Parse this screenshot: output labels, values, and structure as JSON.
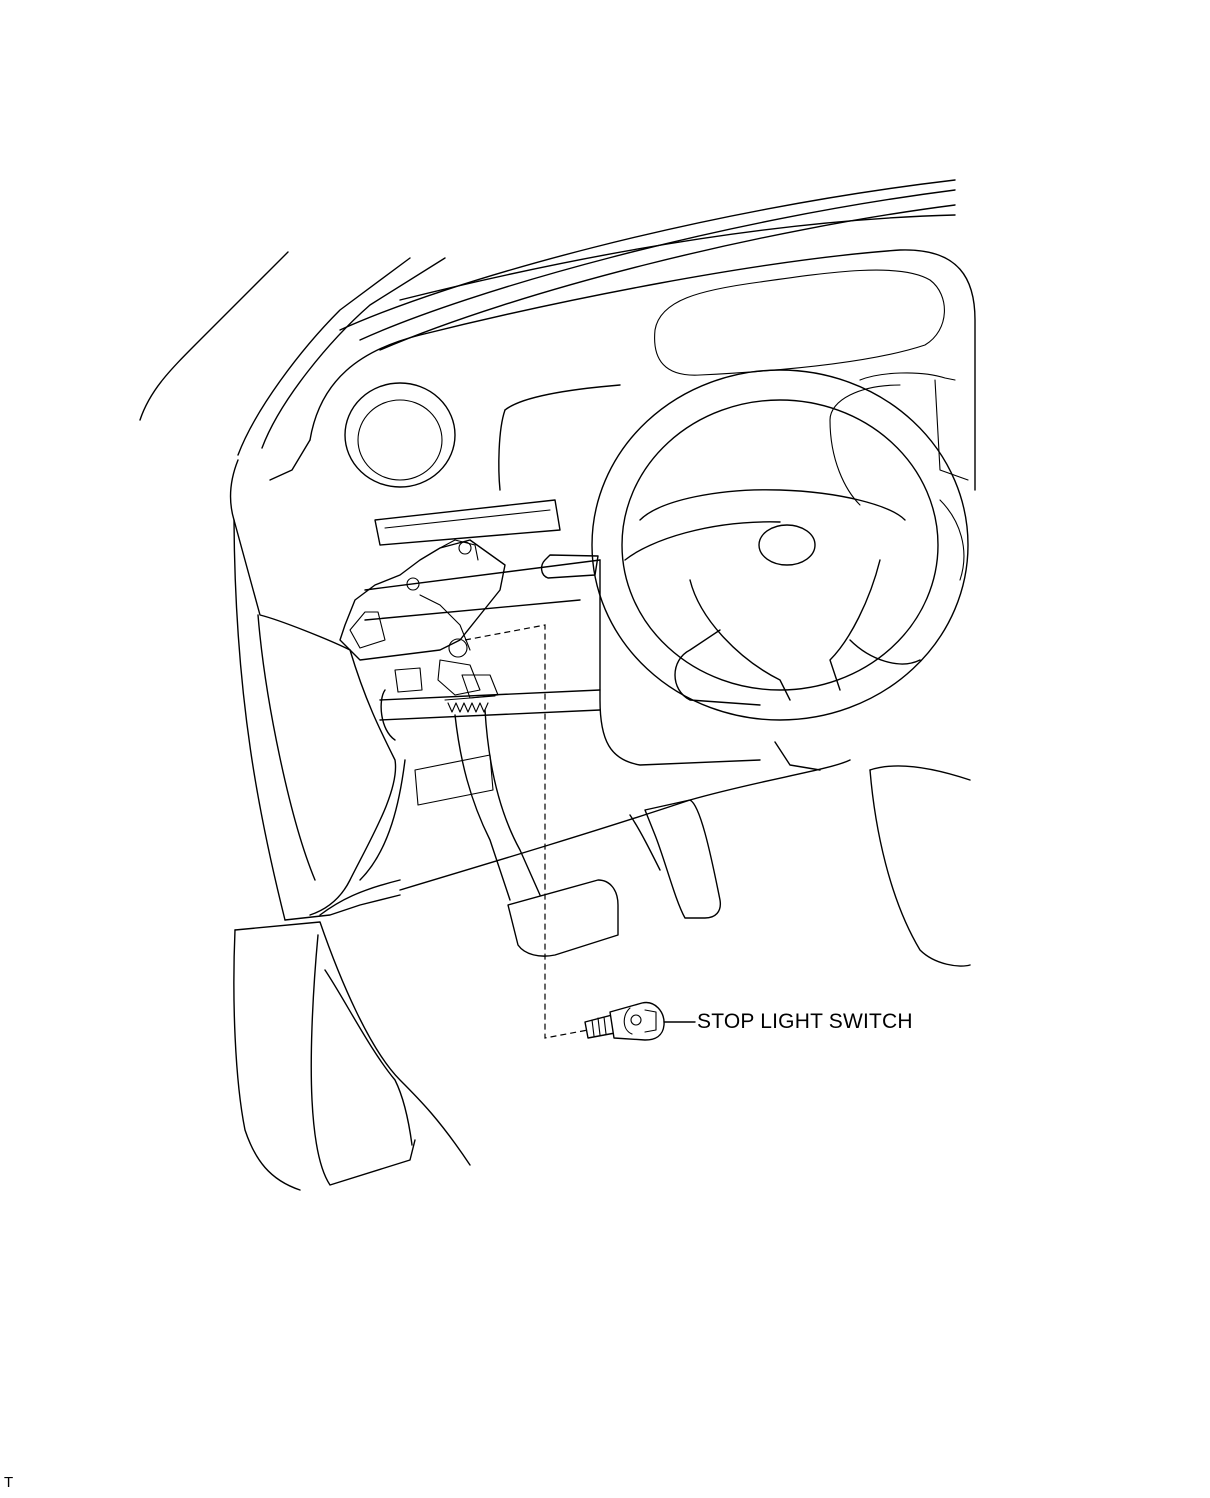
{
  "diagram": {
    "callouts": [
      {
        "id": "stop-light-switch",
        "label": "STOP LIGHT SWITCH"
      }
    ],
    "corner_code": "T",
    "line_color": "#000000",
    "background_color": "#ffffff"
  }
}
